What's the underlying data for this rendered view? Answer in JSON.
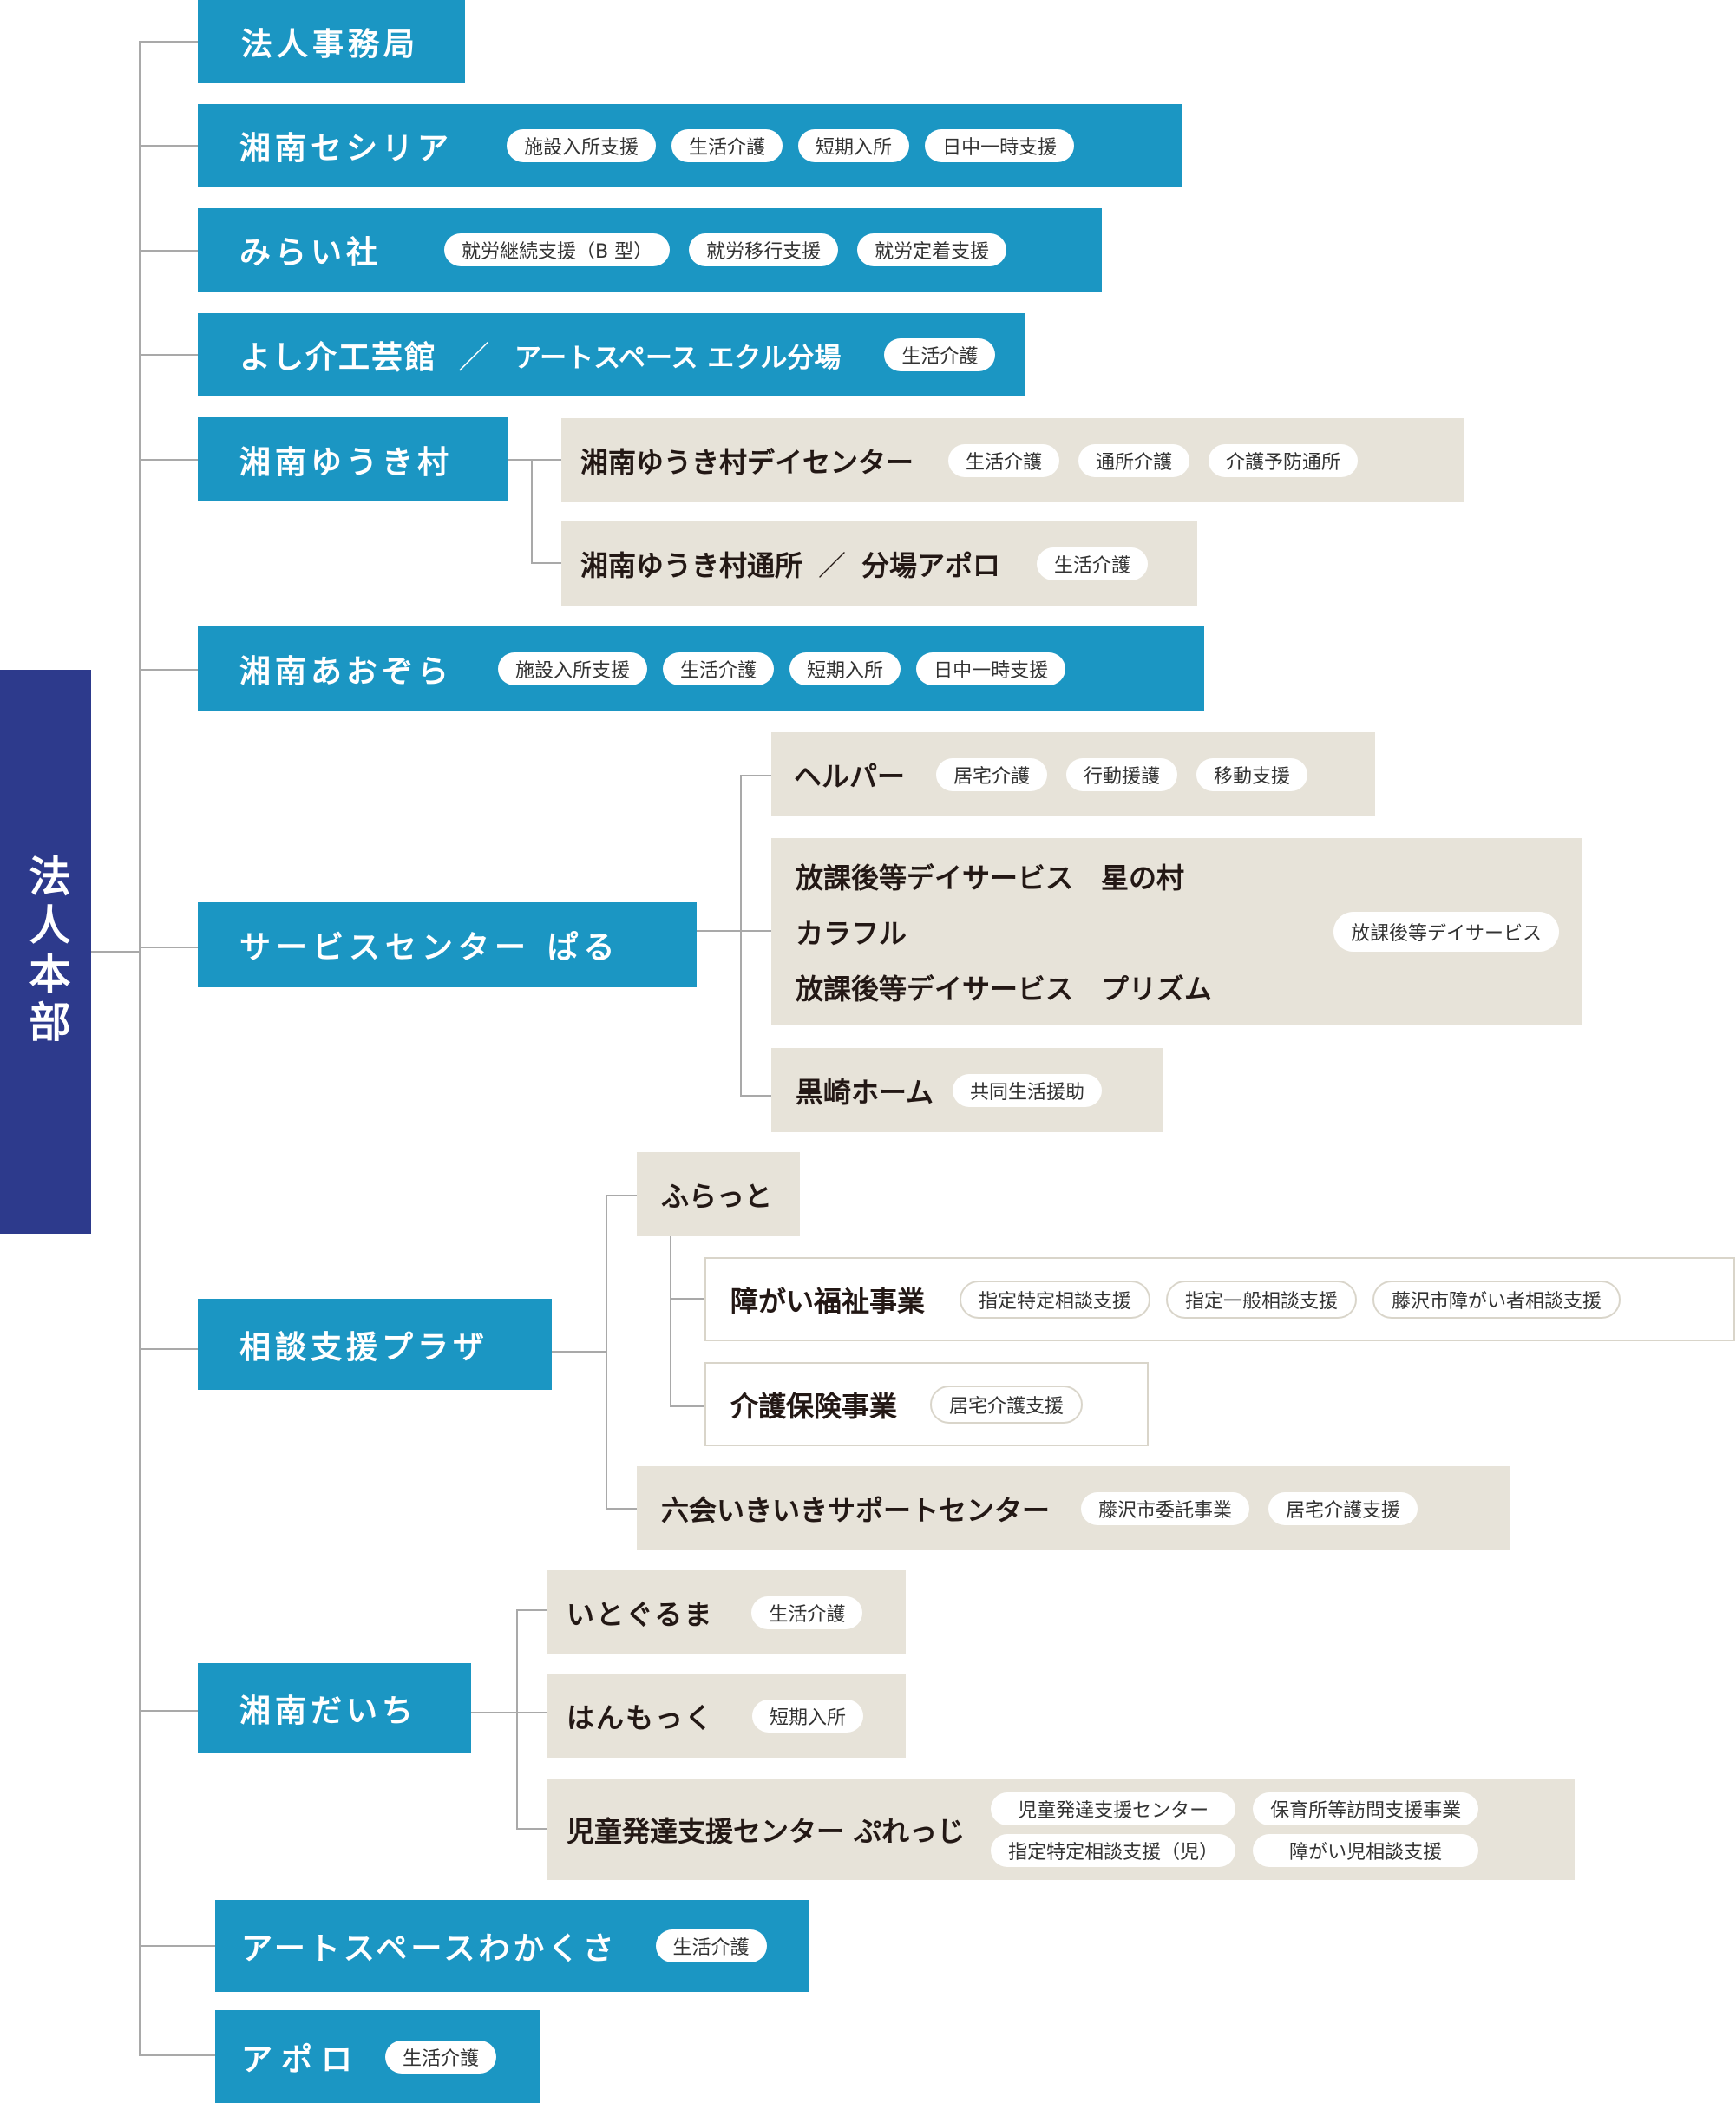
{
  "headquarters": "法人本部",
  "units": {
    "jimukyoku": {
      "name": "法人事務局"
    },
    "cecilia": {
      "name": "湘南セシリア",
      "tags": [
        "施設入所支援",
        "生活介護",
        "短期入所",
        "日中一時支援"
      ]
    },
    "miraisha": {
      "name": "みらい社",
      "tags": [
        "就労継続支援（B 型）",
        "就労移行支援",
        "就労定着支援"
      ]
    },
    "yoshi": {
      "name": "よし介工芸館",
      "sep": "／",
      "sub": "アートスペース エクル分場",
      "tags": [
        "生活介護"
      ]
    },
    "yuuki": {
      "name": "湘南ゆうき村",
      "children": [
        {
          "name": "湘南ゆうき村デイセンター",
          "tags": [
            "生活介護",
            "通所介護",
            "介護予防通所"
          ]
        },
        {
          "name": "湘南ゆうき村通所",
          "sep": "／",
          "sub": "分場アポロ",
          "tags": [
            "生活介護"
          ]
        }
      ]
    },
    "aozora": {
      "name": "湘南あおぞら",
      "tags": [
        "施設入所支援",
        "生活介護",
        "短期入所",
        "日中一時支援"
      ]
    },
    "pal": {
      "name": "サービスセンター ぱる",
      "children": [
        {
          "name": "ヘルパー",
          "tags": [
            "居宅介護",
            "行動援護",
            "移動支援"
          ]
        },
        {
          "lines": [
            "放課後等デイサービス　星の村",
            "カラフル",
            "放課後等デイサービス　プリズム"
          ],
          "tags": [
            "放課後等デイサービス"
          ]
        },
        {
          "name": "黒崎ホーム",
          "tags": [
            "共同生活援助"
          ]
        }
      ]
    },
    "plaza": {
      "name": "相談支援プラザ",
      "children": [
        {
          "name": "ふらっと"
        },
        {
          "name": "障がい福祉事業",
          "tags": [
            "指定特定相談支援",
            "指定一般相談支援",
            "藤沢市障がい者相談支援"
          ]
        },
        {
          "name": "介護保険事業",
          "tags": [
            "居宅介護支援"
          ]
        },
        {
          "name": "六会いきいきサポートセンター",
          "tags": [
            "藤沢市委託事業",
            "居宅介護支援"
          ]
        }
      ]
    },
    "daichi": {
      "name": "湘南だいち",
      "children": [
        {
          "name": "いとぐるま",
          "tags": [
            "生活介護"
          ]
        },
        {
          "name": "はんもっく",
          "tags": [
            "短期入所"
          ]
        },
        {
          "name": "児童発達支援センター ぷれっじ",
          "tags": [
            "児童発達支援センター",
            "保育所等訪問支援事業",
            "指定特定相談支援（児）",
            "障がい児相談支援"
          ]
        }
      ]
    },
    "wakakusa": {
      "name": "アートスペースわかくさ",
      "tags": [
        "生活介護"
      ]
    },
    "apollo": {
      "name": "アポロ",
      "tags": [
        "生活介護"
      ]
    }
  },
  "colors": {
    "headquarters": "#2d3a8c",
    "unit": "#1b96c3",
    "sub_unit": "#e7e3d9",
    "connector": "#a9a9a9"
  }
}
